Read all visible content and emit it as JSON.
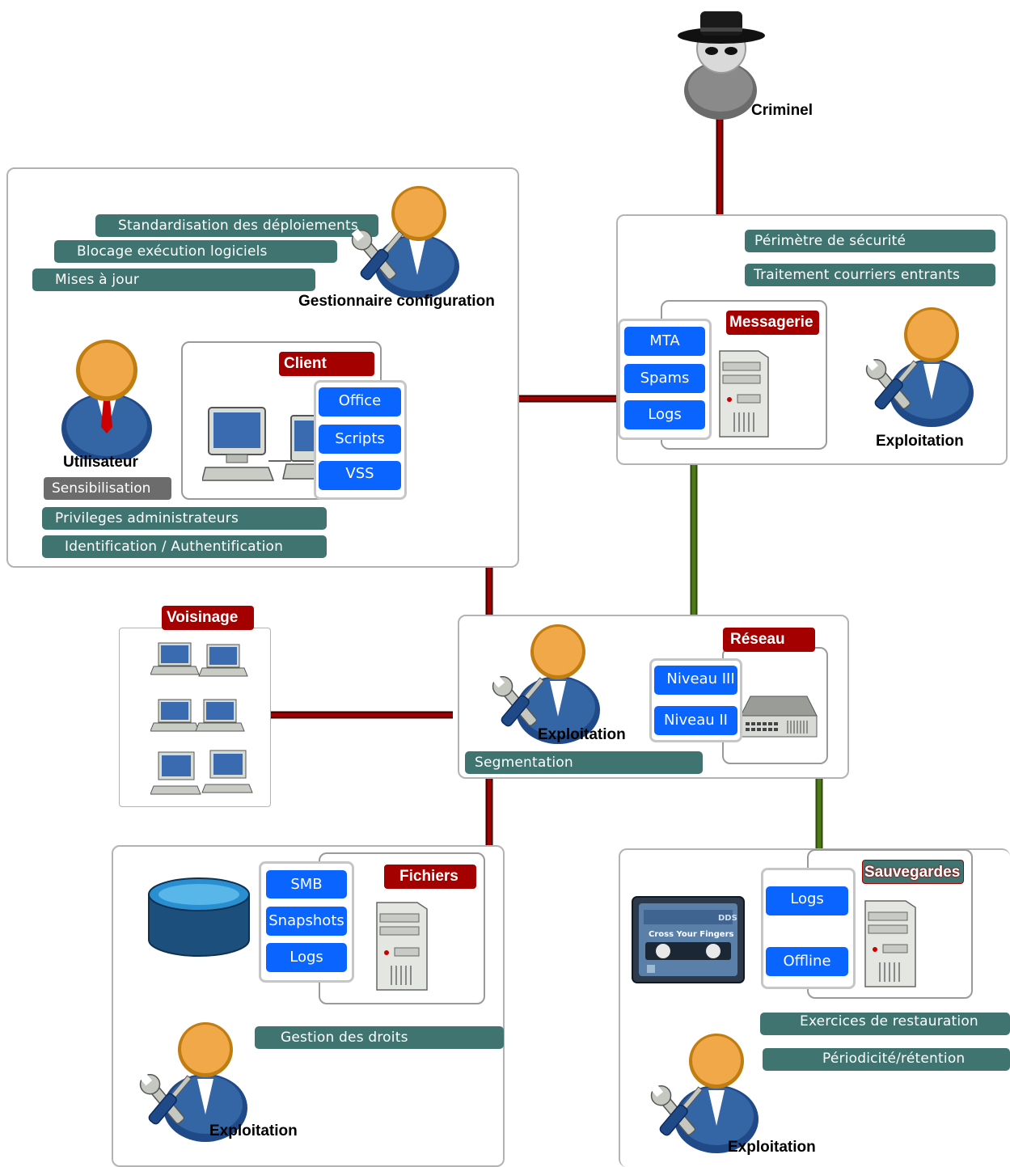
{
  "actors": {
    "criminal": "Criminel",
    "config_manager": "Gestionnaire configuration",
    "user": "Utilisateur",
    "ops_messaging": "Exploitation",
    "ops_network": "Exploitation",
    "ops_files": "Exploitation",
    "ops_backup": "Exploitation"
  },
  "client_zone": {
    "measures": [
      "Standardisation des déploiements",
      "Blocage exécution logiciels",
      "Mises à jour"
    ],
    "user_measures": [
      "Sensibilisation",
      "Privileges administrateurs",
      "Identification / Authentification"
    ],
    "client_title": "Client",
    "client_items": [
      "Office",
      "Scripts",
      "VSS"
    ]
  },
  "messaging_zone": {
    "measures": [
      "Périmètre de sécurité",
      "Traitement courriers entrants"
    ],
    "title": "Messagerie",
    "items": [
      "MTA",
      "Spams",
      "Logs"
    ]
  },
  "neighborhood": {
    "title": "Voisinage"
  },
  "network_zone": {
    "title": "Réseau",
    "items": [
      "Niveau III",
      "Niveau II"
    ],
    "measure": "Segmentation"
  },
  "files_zone": {
    "title": "Fichiers",
    "items": [
      "SMB",
      "Snapshots",
      "Logs"
    ],
    "measure": "Gestion des droits"
  },
  "backup_zone": {
    "title": "Sauvegardes",
    "items": [
      "Logs",
      "Offline"
    ],
    "tape_label": "Cross Your Fingers",
    "measures": [
      "Exercices de restauration",
      "Périodicité/rétention"
    ]
  },
  "colors": {
    "threat_link": "#a40000",
    "secure_link": "#4e7a18",
    "measure": "#3f7470",
    "component": "#0a64ff"
  }
}
